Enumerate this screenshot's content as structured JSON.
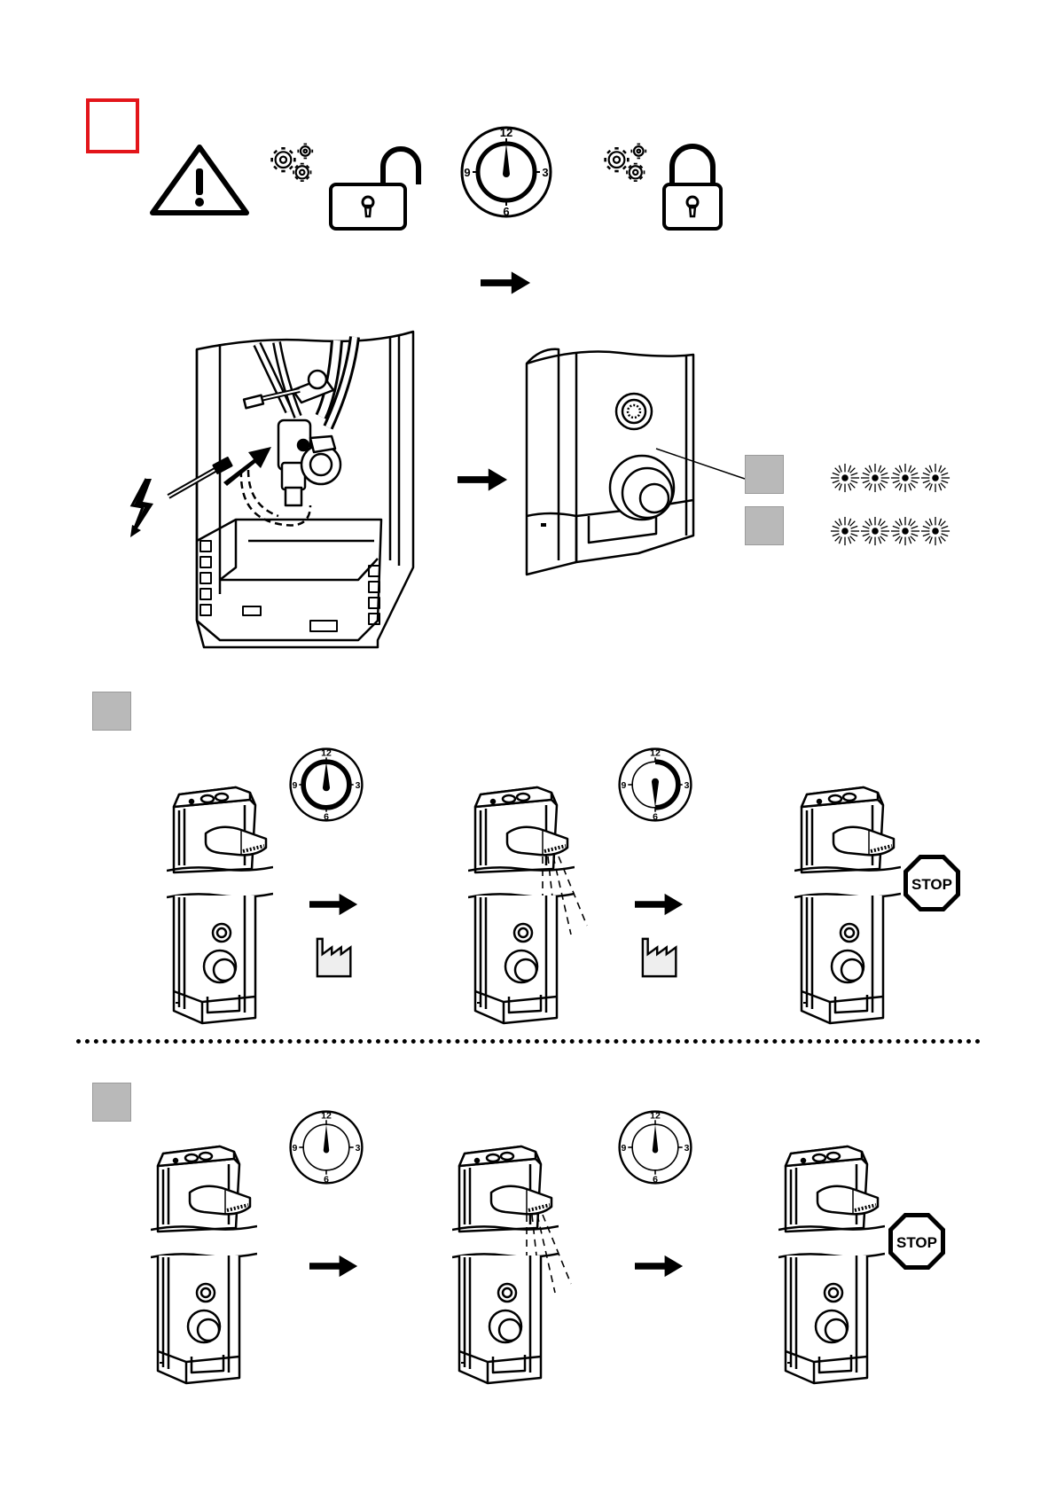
{
  "top_icons": [
    "warning-icon",
    "gears-icon",
    "padlock-open-icon",
    "dial-icon",
    "gears-icon",
    "padlock-closed-icon"
  ],
  "dial": {
    "n12": "12",
    "n3": "3",
    "n6": "6",
    "n9": "9"
  },
  "stop_label": "STOP",
  "colors": {
    "red": "#e3151a",
    "grey": "#b9b9b9"
  },
  "mode_leds": [
    "4 flashing LEDs",
    "4 flashing LEDs"
  ],
  "sections": [
    {
      "name": "section-a",
      "dials": [
        "12 o'clock",
        "full rotation"
      ],
      "factory": true
    },
    {
      "name": "section-b",
      "dials": [
        "12 o'clock",
        "12 o'clock"
      ],
      "factory": false
    }
  ]
}
